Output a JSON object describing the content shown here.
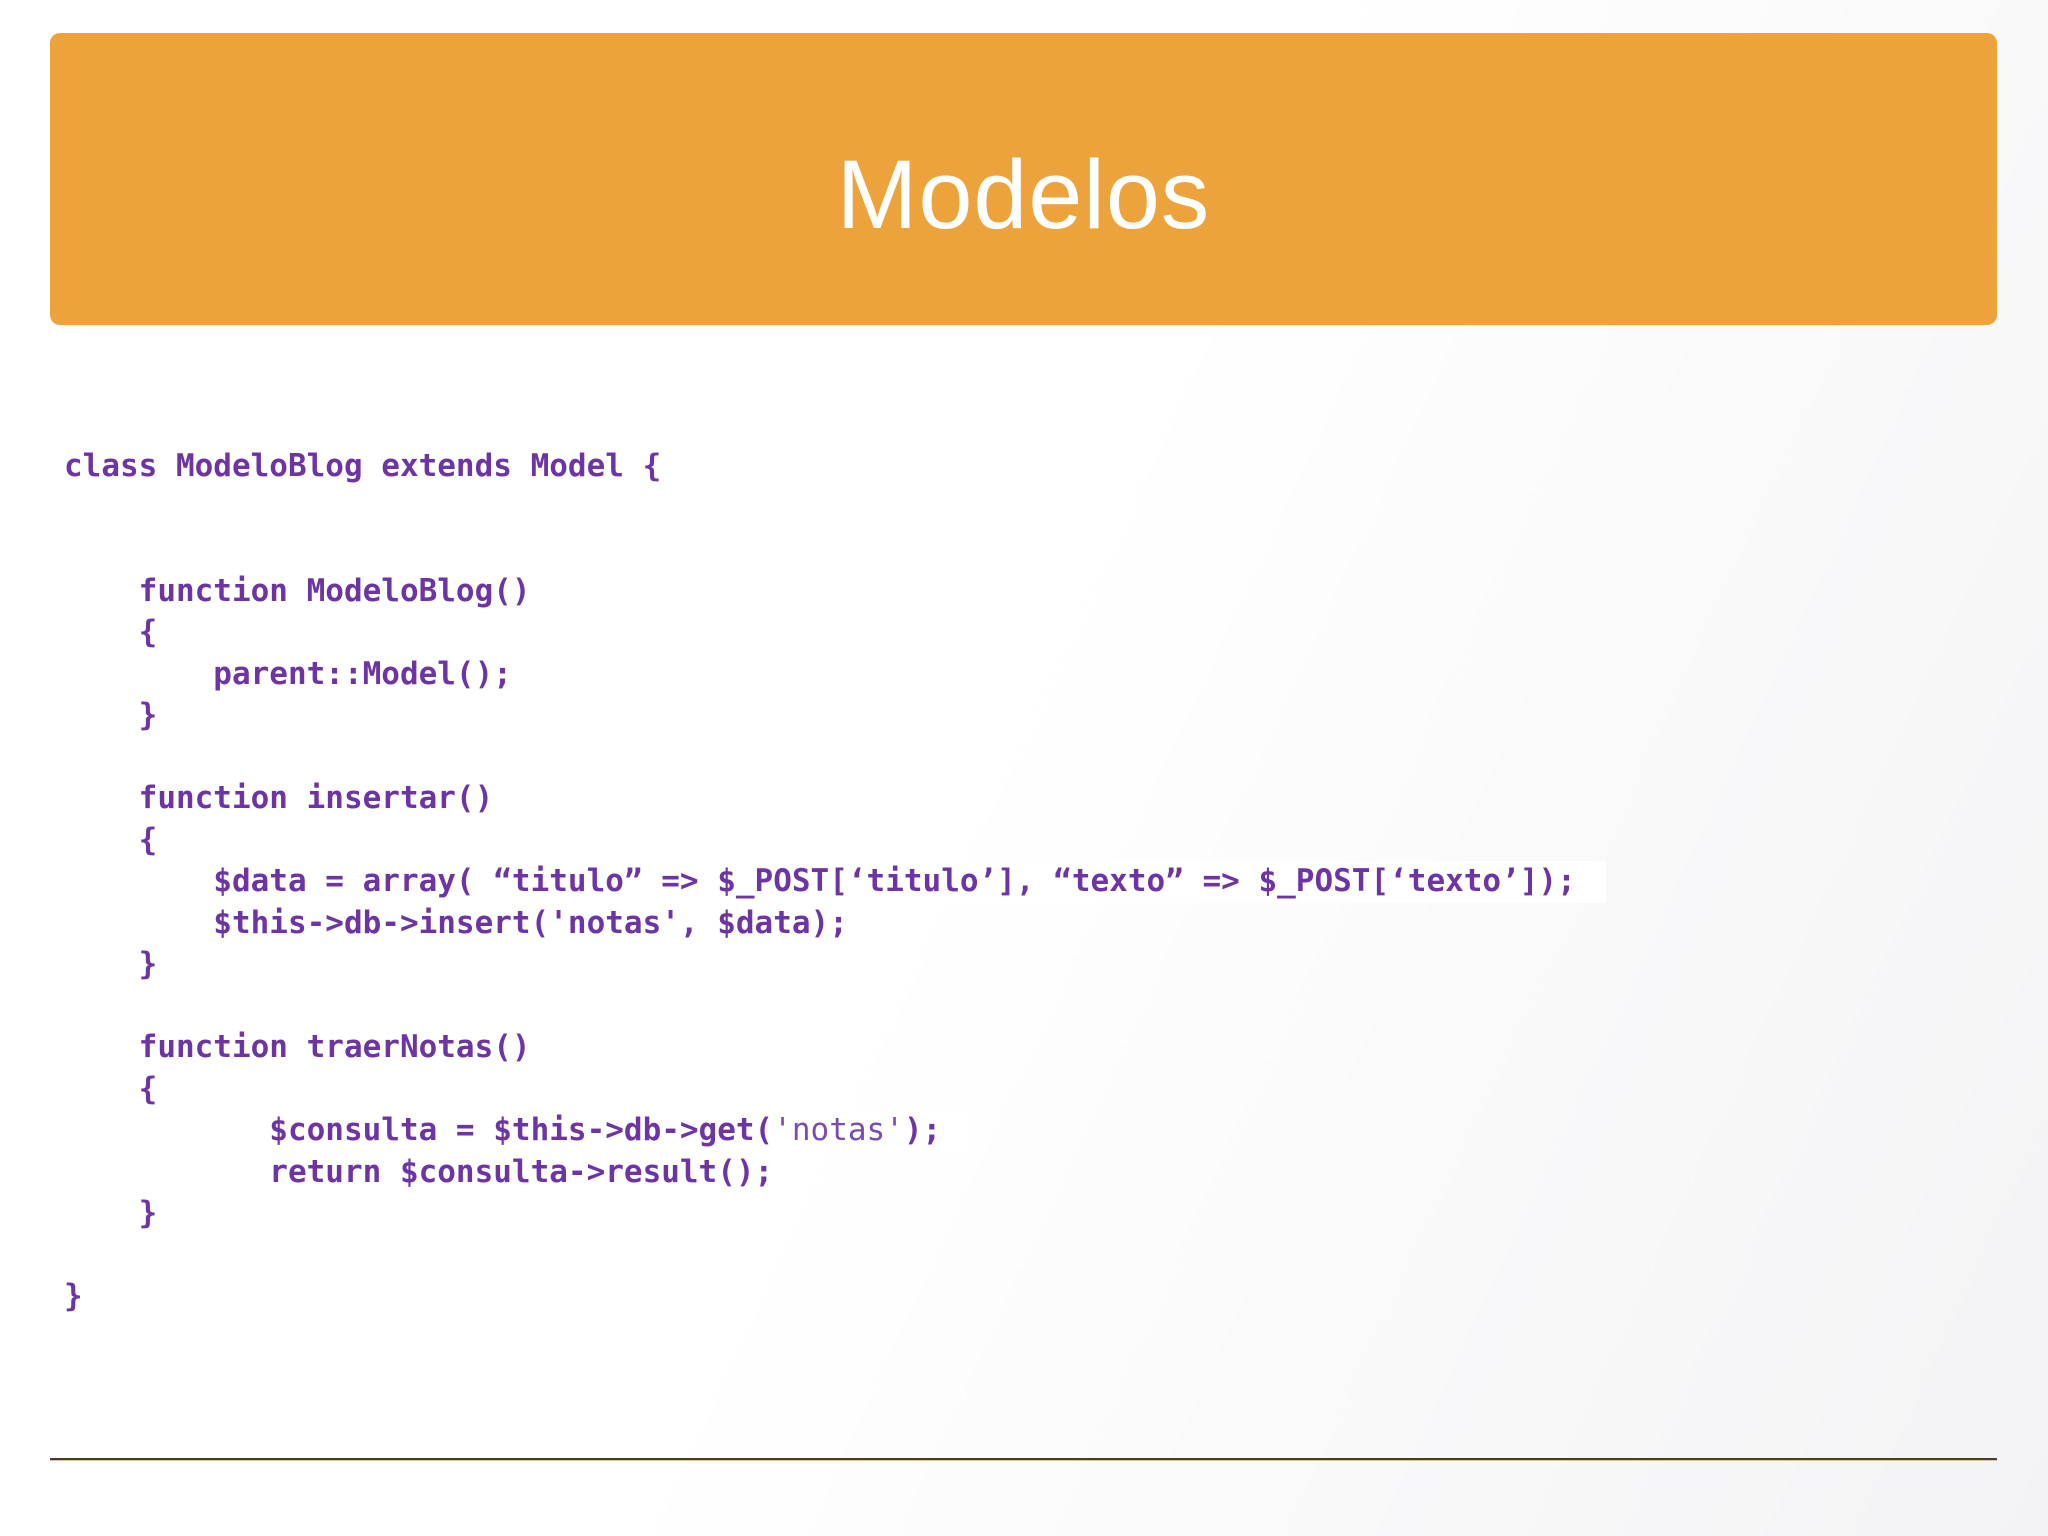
{
  "slide": {
    "title": "Modelos"
  },
  "colors": {
    "banner_orange": "#eda33c",
    "code_purple": "#6d35a3",
    "divider_brown": "#4b3a31",
    "divider_tan": "#dcc49c",
    "title_white": "#ffffff"
  },
  "code": {
    "lines": [
      {
        "segments": [
          {
            "t": "class ModeloBlog extends Model {",
            "w": "b"
          }
        ]
      },
      {
        "segments": []
      },
      {
        "segments": []
      },
      {
        "segments": [
          {
            "t": "    function ModeloBlog()",
            "w": "b"
          }
        ]
      },
      {
        "segments": [
          {
            "t": "    {",
            "w": "b"
          }
        ]
      },
      {
        "segments": [
          {
            "t": "        parent::Model();",
            "w": "b"
          }
        ]
      },
      {
        "segments": [
          {
            "t": "    }",
            "w": "b"
          }
        ]
      },
      {
        "segments": []
      },
      {
        "segments": [
          {
            "t": "    function insertar()",
            "w": "b"
          }
        ]
      },
      {
        "segments": [
          {
            "t": "    {",
            "w": "b"
          }
        ]
      },
      {
        "segments": [
          {
            "t": "        $data = array( “titulo” => $_POST[‘titulo’], “texto” => $_POST[‘texto’]);",
            "w": "b"
          }
        ]
      },
      {
        "segments": [
          {
            "t": "        $this->db->insert('notas', $data);",
            "w": "b"
          }
        ]
      },
      {
        "segments": [
          {
            "t": "    }",
            "w": "b"
          }
        ]
      },
      {
        "segments": []
      },
      {
        "segments": [
          {
            "t": "    function traerNotas()",
            "w": "b"
          }
        ]
      },
      {
        "segments": [
          {
            "t": "    {",
            "w": "b"
          }
        ]
      },
      {
        "segments": [
          {
            "t": "           $consulta = $this->db->get(",
            "w": "b"
          },
          {
            "t": "'notas'",
            "w": "r"
          },
          {
            "t": ");",
            "w": "b"
          }
        ]
      },
      {
        "segments": [
          {
            "t": "           return $consulta->result();",
            "w": "b"
          }
        ]
      },
      {
        "segments": [
          {
            "t": "    }",
            "w": "b"
          }
        ]
      },
      {
        "segments": []
      },
      {
        "segments": [
          {
            "t": "}",
            "w": "b"
          }
        ]
      }
    ]
  }
}
